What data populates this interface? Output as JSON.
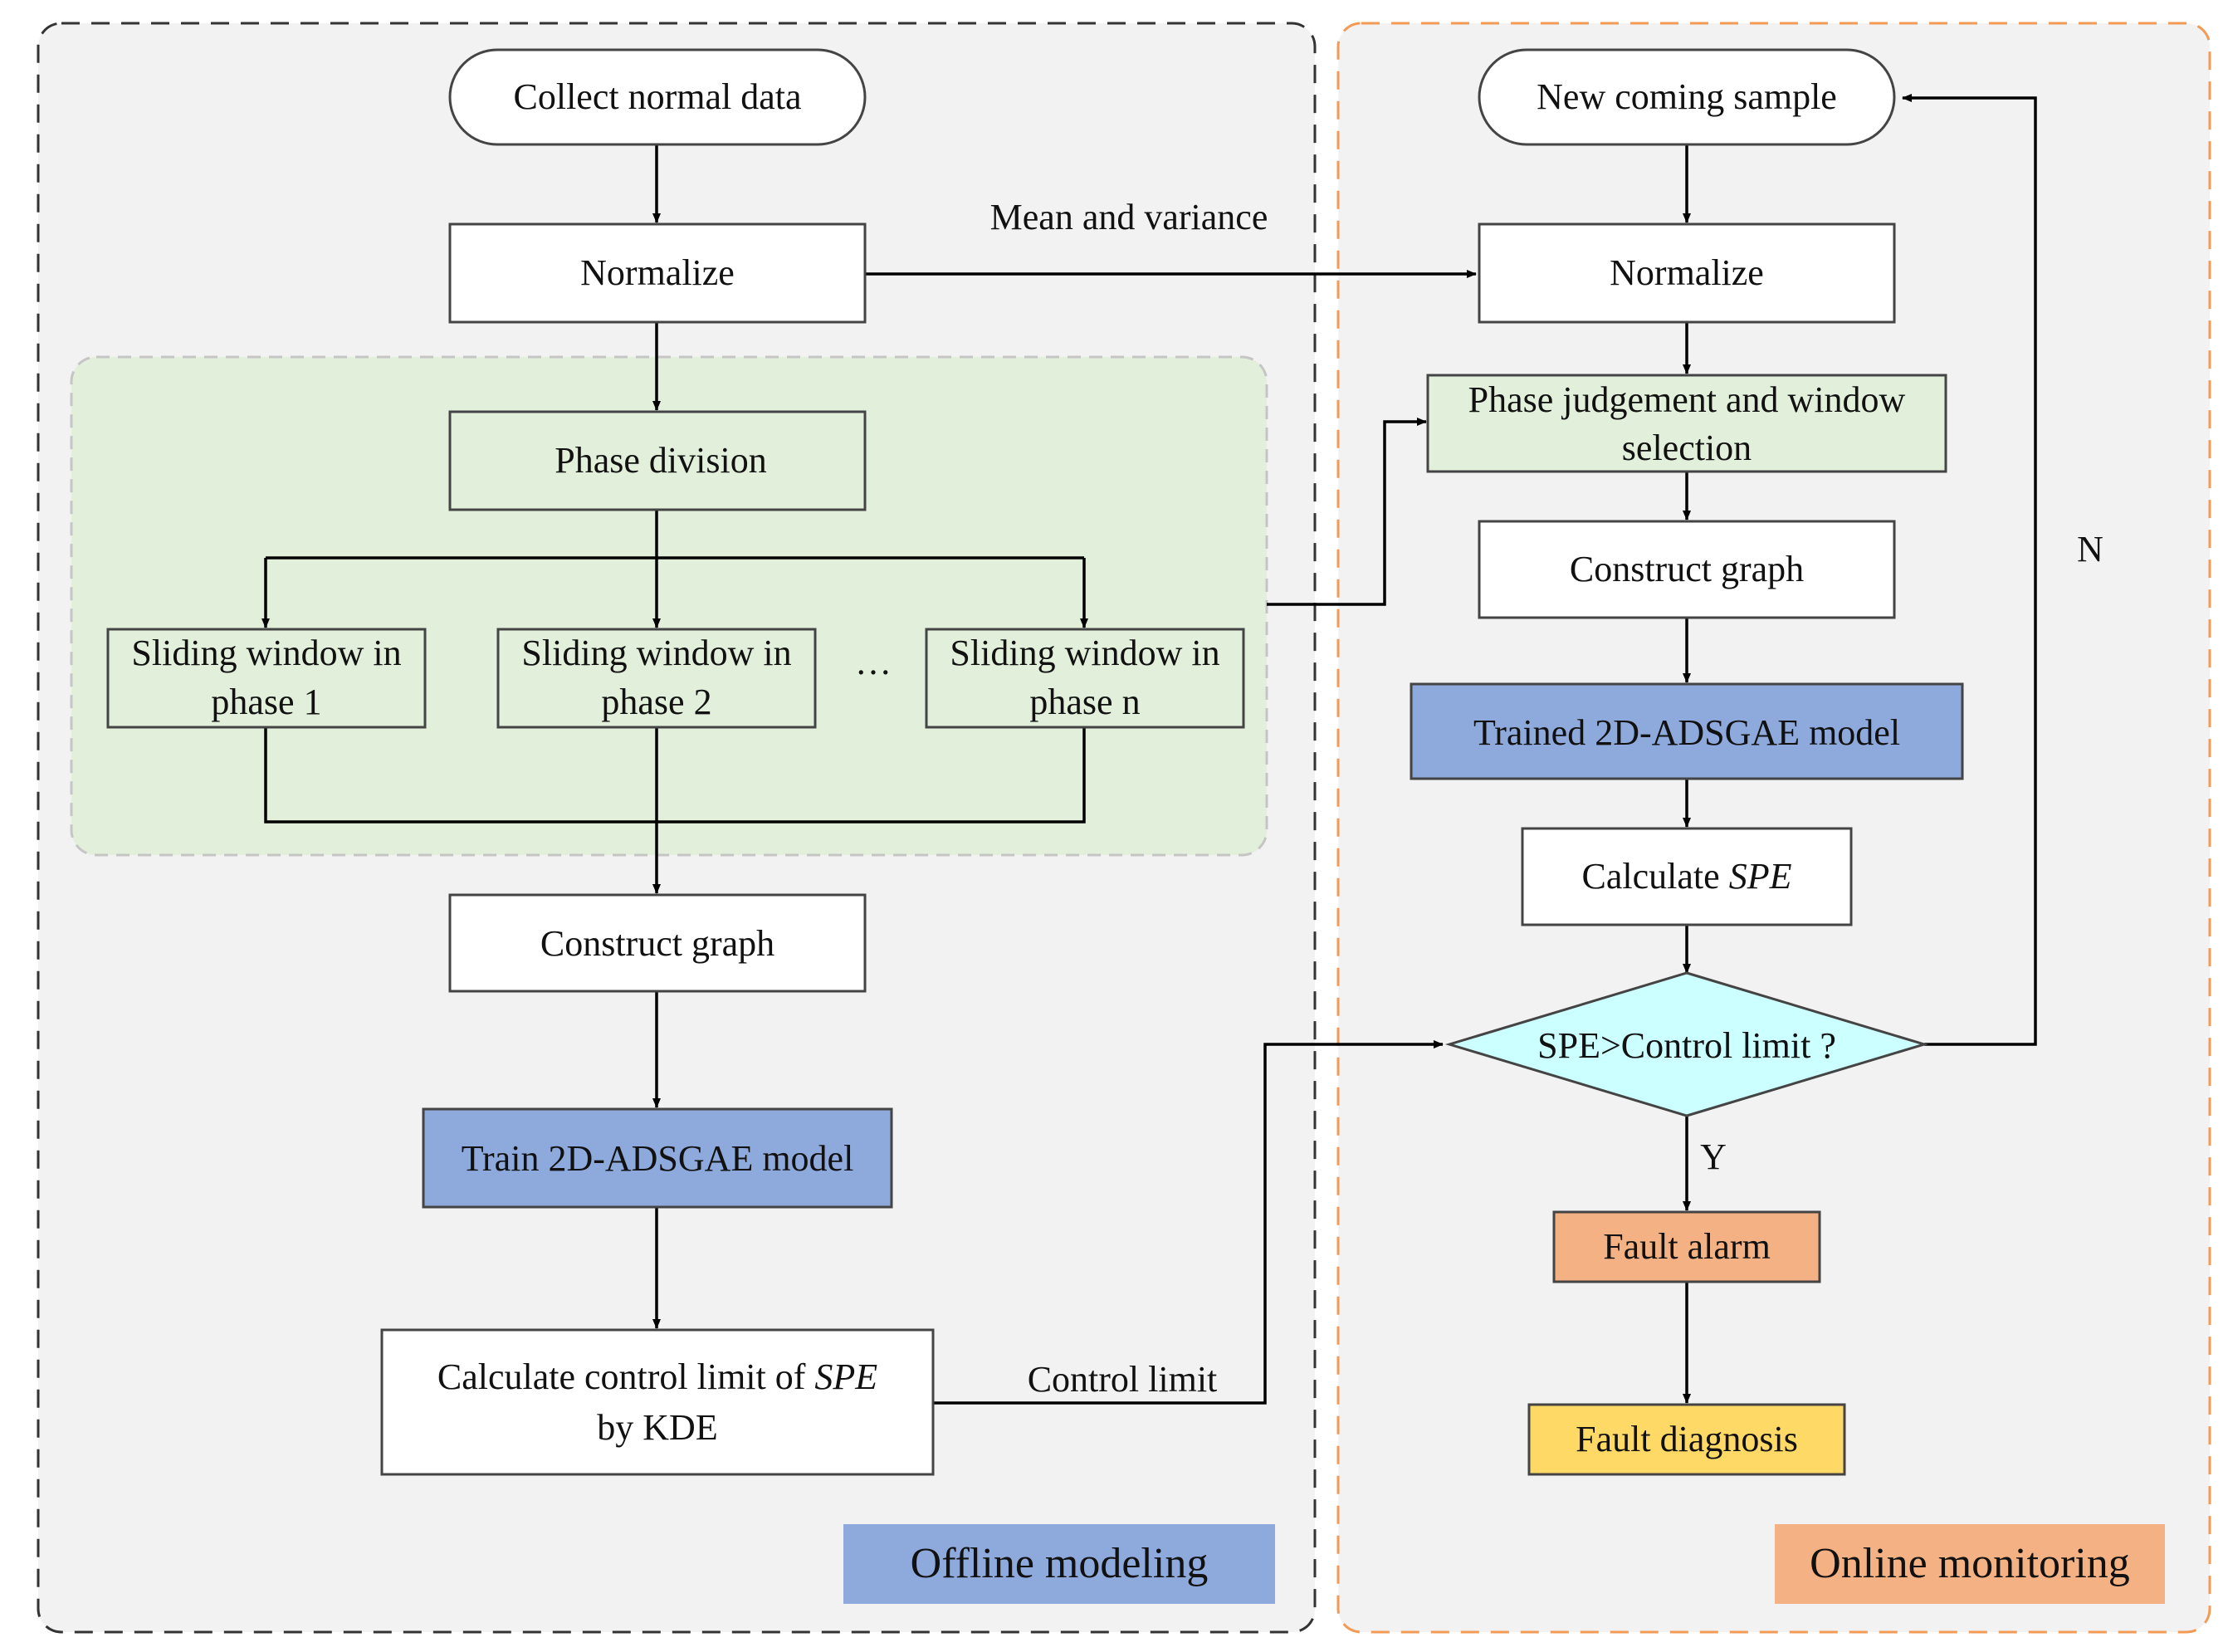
{
  "colors": {
    "panel_bg": "#f2f2f2",
    "offline_border": "#333333",
    "online_border": "#f39a55",
    "phase_region": "#e2efda",
    "phase_region_border": "#c5c5c5",
    "box_white": "#ffffff",
    "box_green": "#e2efda",
    "box_blue": "#8ea9db",
    "box_cyan": "#ccffff",
    "box_orange": "#f4b183",
    "box_yellow": "#ffd966",
    "label_blue": "#8ea9db",
    "label_orange": "#f4b183"
  },
  "offline": {
    "label": "Offline modeling",
    "collect": "Collect normal data",
    "normalize": "Normalize",
    "phase_division": "Phase division",
    "windows": [
      [
        "Sliding window in",
        "phase 1"
      ],
      [
        "Sliding window in",
        "phase 2"
      ],
      [
        "Sliding window in",
        "phase n"
      ]
    ],
    "ellipsis": "…",
    "construct_graph": "Construct graph",
    "train": "Train 2D-ADSGAE model",
    "control_limit": [
      "Calculate control limit of ",
      "SPE",
      "by KDE"
    ]
  },
  "online": {
    "label": "Online monitoring",
    "new_sample": "New coming sample",
    "normalize": "Normalize",
    "phase_judgement": [
      "Phase judgement and window",
      "selection"
    ],
    "construct_graph": "Construct graph",
    "trained": "Trained 2D-ADSGAE model",
    "calculate_spe": [
      "Calculate ",
      "SPE"
    ],
    "decision": "SPE>Control limit ?",
    "fault_alarm": "Fault alarm",
    "fault_diagnosis": "Fault diagnosis"
  },
  "edges": {
    "mean_variance": "Mean and variance",
    "control_limit": "Control limit",
    "no": "N",
    "yes": "Y"
  }
}
